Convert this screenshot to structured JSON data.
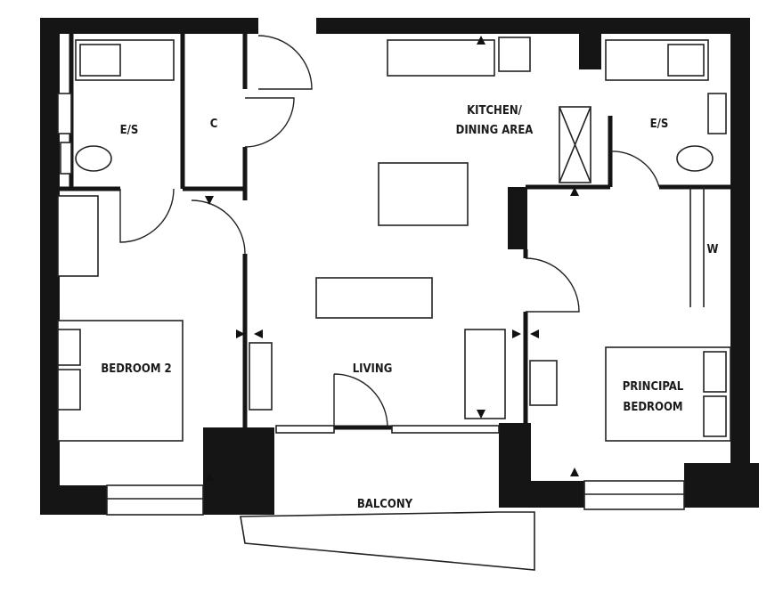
{
  "rooms": {
    "ensuite_left": "E/S",
    "cupboard": "C",
    "kitchen_line1": "KITCHEN/",
    "kitchen_line2": "DINING AREA",
    "ensuite_right": "E/S",
    "wardrobe": "W",
    "bedroom2": "BEDROOM 2",
    "living": "LIVING",
    "principal_line1": "PRINCIPAL",
    "principal_line2": "BEDROOM",
    "balcony": "BALCONY"
  },
  "colors": {
    "wall": "#151515",
    "background": "#ffffff"
  }
}
